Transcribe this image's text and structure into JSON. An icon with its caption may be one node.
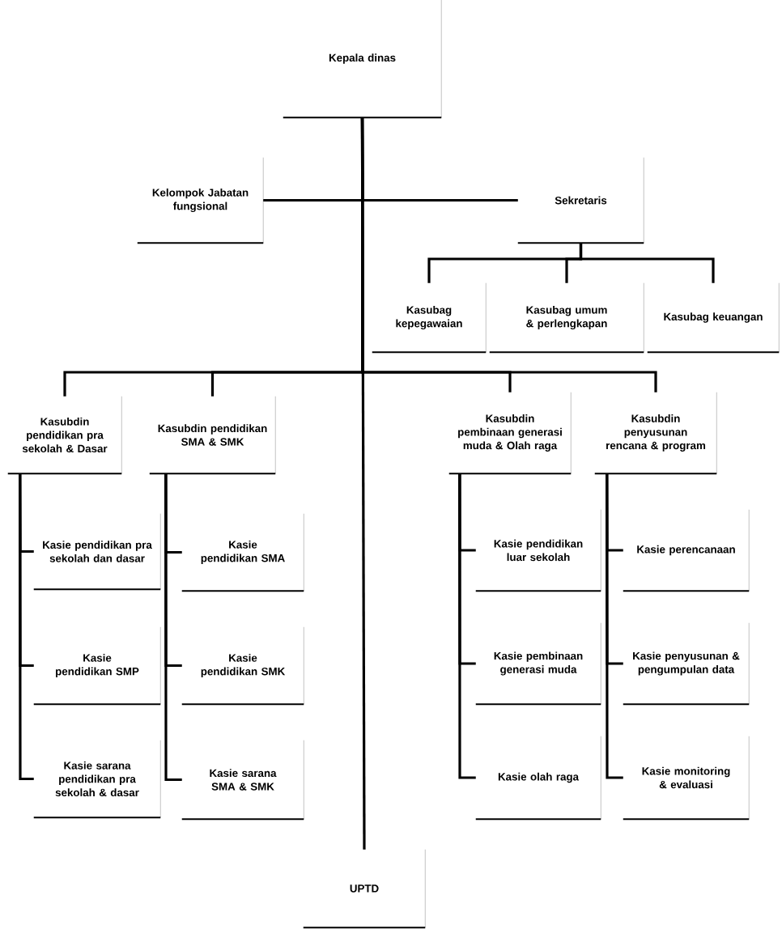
{
  "diagram": {
    "nodes": [
      {
        "text": [
          "Kepala dinas"
        ]
      },
      {
        "text": [
          "Kelompok Jabatan fungsional"
        ]
      },
      {
        "text": [
          "Sekretaris"
        ]
      },
      {
        "text": [
          "Kasubag kepegawaian"
        ]
      },
      {
        "text": [
          "Kasubag umum & perlengkapan"
        ]
      },
      {
        "text": [
          "Kasubag keuangan"
        ]
      },
      {
        "text": [
          "Kasubdin pendidikan pra sekolah & Dasar"
        ]
      },
      {
        "text": [
          "Kasubdin pendidikan SMA & SMK"
        ]
      },
      {
        "text": [
          "Kasubdin pembinaan generasi muda & Olah raga"
        ]
      },
      {
        "text": [
          "Kasubdin penyusunan rencana & program"
        ]
      },
      {
        "text": [
          "Kasie pendidikan pra sekolah dan dasar"
        ]
      },
      {
        "text": [
          "Kasie pendidikan SMP"
        ]
      },
      {
        "text": [
          "Kasie sarana pendidikan pra sekolah & dasar"
        ]
      },
      {
        "text": [
          "Kasie pendidikan SMA"
        ]
      },
      {
        "text": [
          "Kasie pendidikan SMK"
        ]
      },
      {
        "text": [
          "Kasie sarana SMA & SMK"
        ]
      },
      {
        "text": [
          "Kasie pendidikan luar sekolah"
        ]
      },
      {
        "text": [
          "Kasie pembinaan generasi muda"
        ]
      },
      {
        "text": [
          "Kasie olah raga"
        ]
      },
      {
        "text": [
          "Kasie perencanaan"
        ]
      },
      {
        "text": [
          "Kasie penyusunan & pengumpulan data"
        ]
      },
      {
        "text": [
          "Kasie monitoring & evaluasi"
        ]
      },
      {
        "text": [
          "UPTD"
        ]
      }
    ],
    "edges": [
      {
        "from": 0,
        "to": 1,
        "arrow": "none"
      },
      {
        "from": 0,
        "to": 2,
        "arrow": "none"
      },
      {
        "from": 2,
        "to": 3,
        "arrow": "none"
      },
      {
        "from": 2,
        "to": 4,
        "arrow": "none"
      },
      {
        "from": 2,
        "to": 5,
        "arrow": "none"
      },
      {
        "from": 0,
        "to": 6,
        "arrow": "none"
      },
      {
        "from": 0,
        "to": 7,
        "arrow": "none"
      },
      {
        "from": 0,
        "to": 8,
        "arrow": "none"
      },
      {
        "from": 0,
        "to": 9,
        "arrow": "none"
      },
      {
        "from": 6,
        "to": 10,
        "arrow": "none"
      },
      {
        "from": 6,
        "to": 11,
        "arrow": "none"
      },
      {
        "from": 6,
        "to": 12,
        "arrow": "none"
      },
      {
        "from": 7,
        "to": 13,
        "arrow": "none"
      },
      {
        "from": 7,
        "to": 14,
        "arrow": "none"
      },
      {
        "from": 7,
        "to": 15,
        "arrow": "none"
      },
      {
        "from": 8,
        "to": 16,
        "arrow": "none"
      },
      {
        "from": 8,
        "to": 17,
        "arrow": "none"
      },
      {
        "from": 8,
        "to": 18,
        "arrow": "none"
      },
      {
        "from": 9,
        "to": 19,
        "arrow": "none"
      },
      {
        "from": 9,
        "to": 20,
        "arrow": "none"
      },
      {
        "from": 9,
        "to": 21,
        "arrow": "none"
      },
      {
        "from": 0,
        "to": 22,
        "arrow": "none"
      }
    ]
  }
}
